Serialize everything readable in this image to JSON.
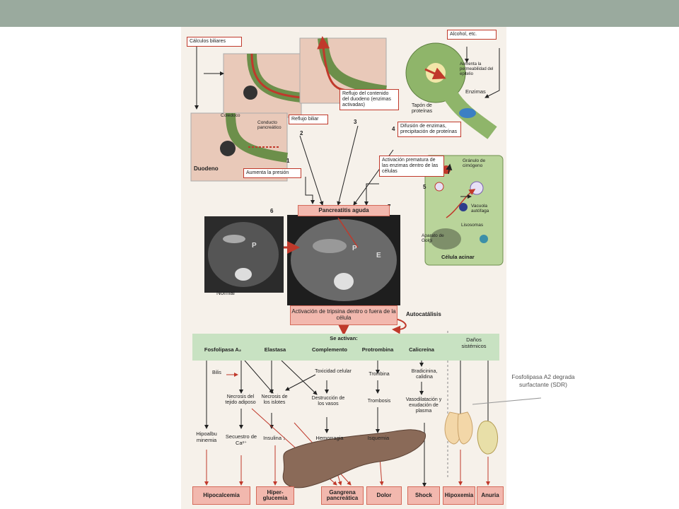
{
  "figure": {
    "top_panel": {
      "biliary_stones": "Cálculos biliares",
      "choledoch": "Colédoco",
      "pancreatic_duct": "Conducto pancreático",
      "duodenum": "Duodeno",
      "pressure": "Aumenta la presión",
      "bile_reflux": "Reflujo biliar",
      "duodenal_reflux": "Reflujo del contenido del duodeno (enzimas activadas)",
      "alcohol": "Alcohol, etc.",
      "permeability": "Aumenta la permeabilidad del epitelio",
      "enzymes": "Enzimas",
      "protein_plug": "Tapón de proteínas",
      "diffusion": "Difusión de enzimas, precipitación de proteínas",
      "premature_activation": "Activación prematura de las enzimas dentro de las células",
      "zymogen_granule": "Gránulo de cimógeno",
      "autophagic_vacuole": "Vacuola autófaga",
      "lysosomes": "Lisosomas",
      "golgi": "Aparato de Golgi",
      "acinar_cell": "Célula acinar",
      "num1": "1",
      "num2": "2",
      "num3": "3",
      "num4": "4",
      "num5": "5",
      "num6": "6",
      "num7": "7"
    },
    "middle_panel": {
      "acute_pancreatitis": "Pancreatitis aguda",
      "ct_left_p": "P",
      "ct_right_p": "P",
      "ct_right_e": "E",
      "normal": "Normal",
      "trypsin_activation": "Activación de tripsina dentro o fuera de la célula",
      "autocatalysis": "Autocatálisis"
    },
    "activation_band": {
      "title": "Se activan:",
      "phospholipase": "Fosfolipasa A₂",
      "elastase": "Elastasa",
      "complement": "Complemento",
      "prothrombin": "Protrombina",
      "kallikrein": "Calicreína",
      "systemic_damage": "Daños sistémicos"
    },
    "nodes": {
      "bilis": "Bilis",
      "fat_necrosis": "Necrosis del tejido adiposo",
      "islet_necrosis": "Necrosis de los islotes",
      "cell_toxicity": "Toxicidad celular",
      "vessel_destruction": "Destrucción de los vasos",
      "thrombin": "Trombina",
      "thrombosis": "Trombosis",
      "bradykinin": "Bradicinina, calidina",
      "vasodilation": "Vasodilatación y exudación de plasma",
      "hypoalbuminemia": "Hipoalbu minemia",
      "calcium_seq": "Secuestro de Ca²⁺",
      "insulin": "Insulina ↓",
      "hemorrhage": "Hemorragia",
      "ischemia": "Isquemia"
    },
    "outcomes": [
      "Hipocalcemia",
      "Hiper-glucemia",
      "Gangrena pancreática",
      "Dolor",
      "Shock",
      "Hipoxemia",
      "Anuria"
    ]
  },
  "annotation": "Fosfolipasa A2 degrada surfactante (SDR)"
}
